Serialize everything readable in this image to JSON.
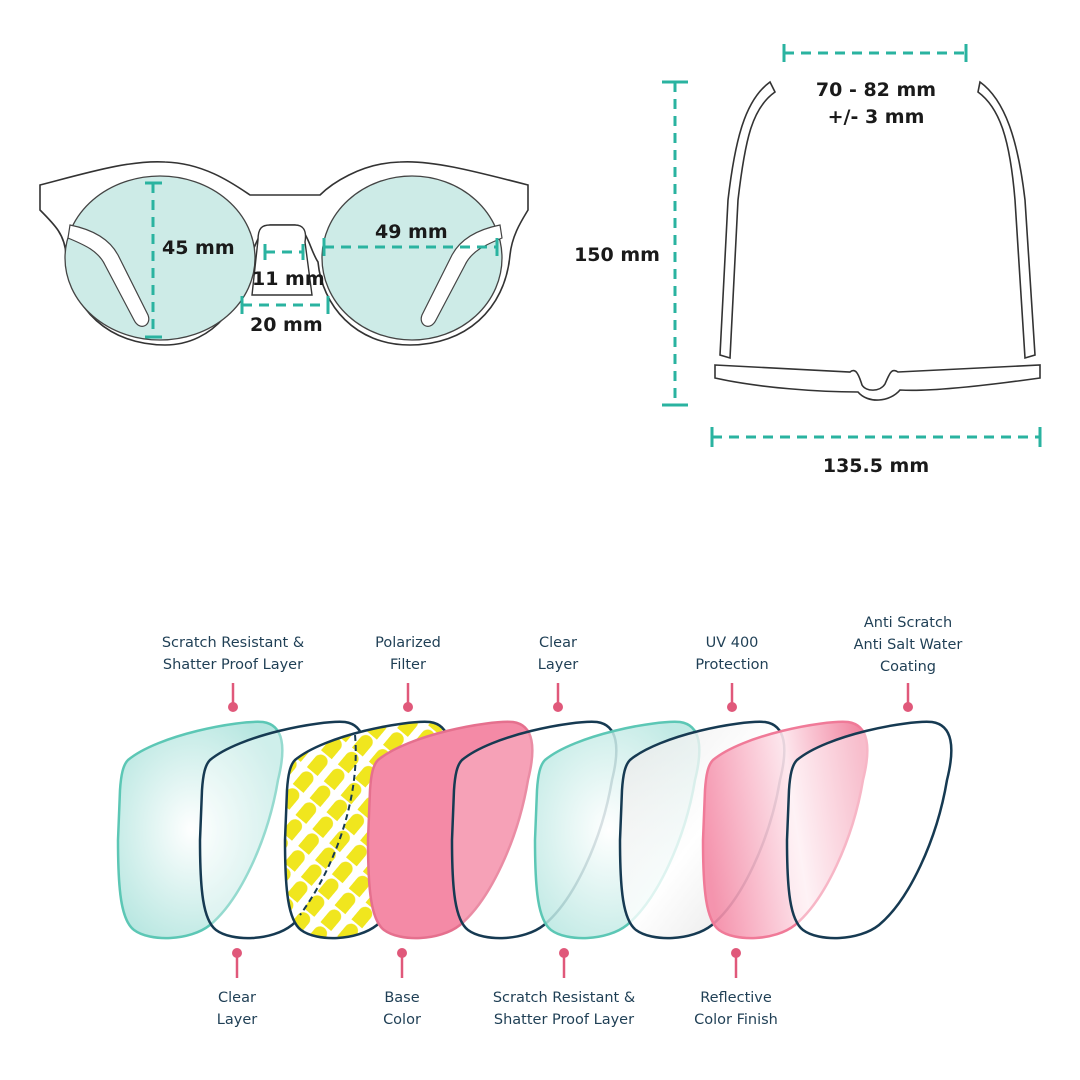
{
  "front_view": {
    "lens_height": "45 mm",
    "lens_width": "49 mm",
    "bridge_top": "11 mm",
    "bridge_bottom": "20 mm"
  },
  "top_view": {
    "temple_spread_line1": "70 - 82 mm",
    "temple_spread_line2": "+/- 3 mm",
    "temple_length": "150 mm",
    "frame_width": "135.5 mm"
  },
  "layers_top": [
    {
      "line1": "Scratch Resistant &",
      "line2": "Shatter Proof Layer"
    },
    {
      "line1": "Polarized",
      "line2": "Filter"
    },
    {
      "line1": "Clear",
      "line2": "Layer"
    },
    {
      "line1": "UV 400",
      "line2": "Protection"
    },
    {
      "line1": "Anti Scratch",
      "line2": "Anti Salt Water",
      "line3": "Coating"
    }
  ],
  "layers_bottom": [
    {
      "line1": "Clear",
      "line2": "Layer"
    },
    {
      "line1": "Base",
      "line2": "Color"
    },
    {
      "line1": "Scratch Resistant &",
      "line2": "Shatter Proof Layer"
    },
    {
      "line1": "Reflective",
      "line2": "Color Finish"
    }
  ],
  "colors": {
    "teal": "#2ab3a0",
    "pink": "#f48aa6",
    "yellow": "#f0e61e",
    "navy": "#163a52",
    "pin": "#e0587a"
  }
}
